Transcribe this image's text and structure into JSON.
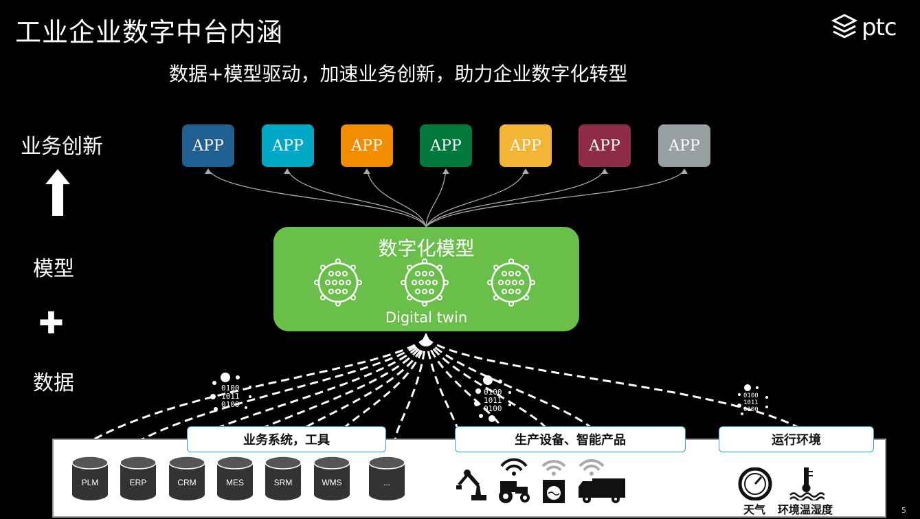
{
  "title": "工业企业数字中台内涵",
  "subtitle": "数据+模型驱动，加速业务创新，助力企业数字化转型",
  "logo": {
    "text": "ptc"
  },
  "side": {
    "top": "业务创新",
    "middle": "模型",
    "bottom": "数据"
  },
  "apps": [
    {
      "label": "APP",
      "color": "#1f5f91"
    },
    {
      "label": "APP",
      "color": "#00a8c6"
    },
    {
      "label": "APP",
      "color": "#f28c00"
    },
    {
      "label": "APP",
      "color": "#00793a"
    },
    {
      "label": "APP",
      "color": "#f2b535"
    },
    {
      "label": "APP",
      "color": "#8e2c47"
    },
    {
      "label": "APP",
      "color": "#979fa1"
    }
  ],
  "model": {
    "title": "数字化模型",
    "subtitle": "Digital twin",
    "color": "#6abf4b"
  },
  "categories": {
    "business": "业务系统，工具",
    "production": "生产设备、智能产品",
    "environment": "运行环境"
  },
  "databases": [
    "PLM",
    "ERP",
    "CRM",
    "MES",
    "SRM",
    "WMS",
    "..."
  ],
  "binary": {
    "lines": [
      "0100",
      "1011",
      "0100"
    ]
  },
  "environment": {
    "weather": "天气",
    "climate": "环境温湿度"
  },
  "page_number": "5"
}
